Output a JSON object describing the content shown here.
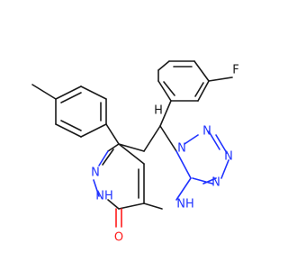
{
  "colors": {
    "carbon": "#1a1a1a",
    "nitrogen": "#1f32ff",
    "oxygen": "#ff1a1a",
    "fluorine": "#1a1a1a"
  },
  "atoms": {
    "fluorine": "F",
    "n_ring_bridge": "N",
    "n_tetrazole_1": "N",
    "n_tetrazole_2": "N",
    "n_tetrazole_3": "N",
    "n_pyridazine_eq": "N",
    "nh_pyridazine": "NH",
    "nh_ring": "NH",
    "h_ring": "H",
    "n_left": "N",
    "oxygen": "O"
  }
}
